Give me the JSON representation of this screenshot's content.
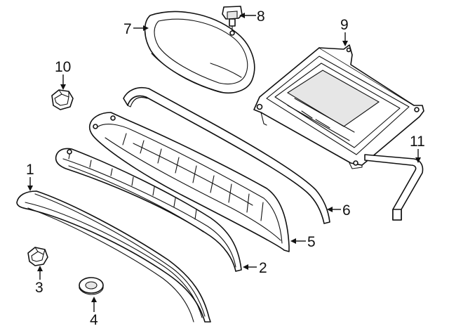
{
  "callouts": [
    {
      "id": "1",
      "text": "1"
    },
    {
      "id": "2",
      "text": "2"
    },
    {
      "id": "3",
      "text": "3"
    },
    {
      "id": "4",
      "text": "4"
    },
    {
      "id": "5",
      "text": "5"
    },
    {
      "id": "6",
      "text": "6"
    },
    {
      "id": "7",
      "text": "7"
    },
    {
      "id": "8",
      "text": "8"
    },
    {
      "id": "9",
      "text": "9"
    },
    {
      "id": "10",
      "text": "10"
    },
    {
      "id": "11",
      "text": "11"
    }
  ],
  "colors": {
    "line": "#111111",
    "background": "#ffffff",
    "shade": "#e6e6e6"
  }
}
